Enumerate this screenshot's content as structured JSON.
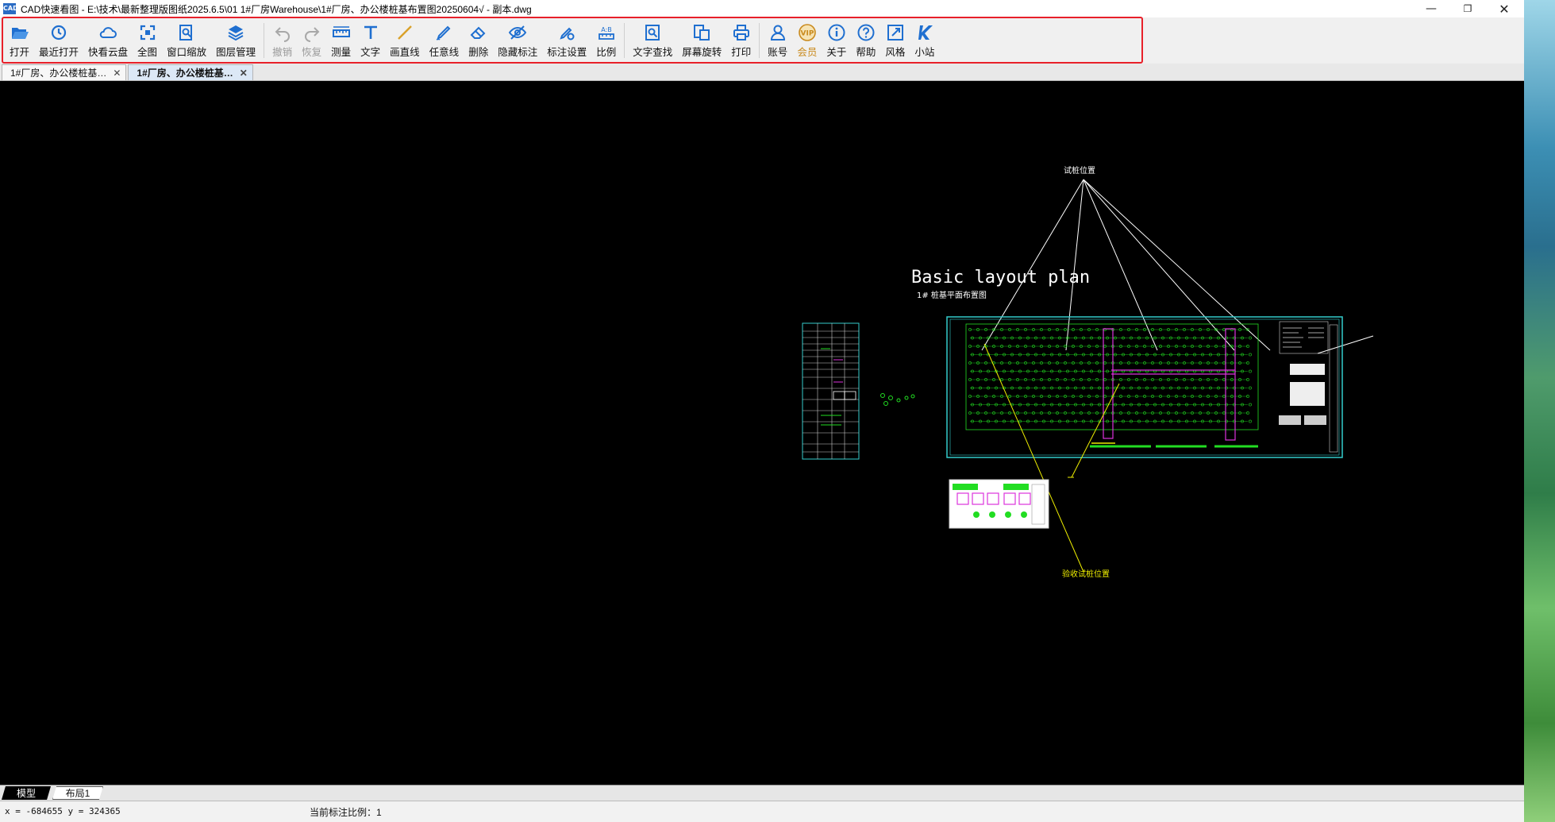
{
  "window": {
    "app_icon_text": "CAD",
    "title": "CAD快速看图 - E:\\技术\\最新整理版图纸2025.6.5\\01 1#厂房Warehouse\\1#厂房、办公楼桩基布置图20250604√ - 副本.dwg"
  },
  "toolbar": {
    "items": [
      {
        "label": "打开",
        "icon": "folder-open-icon"
      },
      {
        "label": "最近打开",
        "icon": "clock-history-icon"
      },
      {
        "label": "快看云盘",
        "icon": "cloud-icon"
      },
      {
        "label": "全图",
        "icon": "fit-all-icon"
      },
      {
        "label": "窗口缩放",
        "icon": "window-zoom-icon"
      },
      {
        "label": "图层管理",
        "icon": "layers-icon"
      },
      {
        "label": "撤销",
        "icon": "undo-icon",
        "disabled": true
      },
      {
        "label": "恢复",
        "icon": "redo-icon",
        "disabled": true
      },
      {
        "label": "测量",
        "icon": "ruler-icon"
      },
      {
        "label": "文字",
        "icon": "text-icon"
      },
      {
        "label": "画直线",
        "icon": "line-icon"
      },
      {
        "label": "任意线",
        "icon": "pen-icon"
      },
      {
        "label": "删除",
        "icon": "eraser-icon"
      },
      {
        "label": "隐藏标注",
        "icon": "eye-hidden-icon"
      },
      {
        "label": "标注设置",
        "icon": "annotation-settings-icon"
      },
      {
        "label": "比例",
        "icon": "scale-icon"
      },
      {
        "label": "文字查找",
        "icon": "text-search-icon"
      },
      {
        "label": "屏幕旋转",
        "icon": "rotate-screen-icon"
      },
      {
        "label": "打印",
        "icon": "printer-icon"
      },
      {
        "label": "账号",
        "icon": "user-icon"
      },
      {
        "label": "会员",
        "icon": "vip-icon",
        "vip": true
      },
      {
        "label": "关于",
        "icon": "info-icon"
      },
      {
        "label": "帮助",
        "icon": "help-icon"
      },
      {
        "label": "风格",
        "icon": "style-icon"
      },
      {
        "label": "小站",
        "icon": "k-station-icon"
      }
    ],
    "scale_icon_text": "A:B",
    "vip_icon_text": "VIP"
  },
  "tabs": [
    {
      "label": "1#厂房、办公楼桩基…",
      "active": false
    },
    {
      "label": "1#厂房、办公楼桩基…",
      "active": true
    }
  ],
  "drawing": {
    "title_en": "Basic layout plan",
    "title_cn": "1# 桩基平面布置图",
    "label_top": "试桩位置",
    "label_bottom": "验收试桩位置"
  },
  "layout_tabs": [
    "模型",
    "布局1"
  ],
  "status": {
    "coords": "x = -684655  y = 324365",
    "scale": "当前标注比例：1"
  },
  "colors": {
    "canvas_bg": "#000000",
    "highlight_border": "#e8202a",
    "icon_blue": "#1f6fd0",
    "vip_gold": "#c98a1d"
  }
}
